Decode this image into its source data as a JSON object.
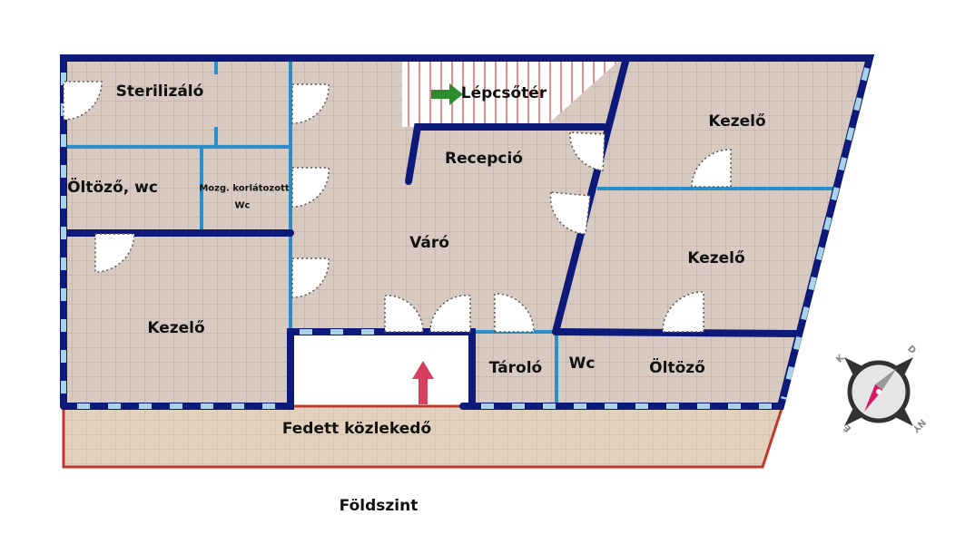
{
  "plan": {
    "caption": "Földszint",
    "rooms": {
      "sterilizalo": "Sterilizáló",
      "lepcsoter": "Lépcsőtér",
      "kezelo_top_right": "Kezelő",
      "recepcio": "Recepció",
      "oltozo_wc": "Öltöző, wc",
      "mozg_korlatozott": "Mozg. korlátozott",
      "mozg_wc": "Wc",
      "varo": "Váró",
      "kezelo_mid_right": "Kezelő",
      "kezelo_left": "Kezelő",
      "tarolo": "Tároló",
      "wc": "Wc",
      "oltozo": "Öltöző",
      "fedett": "Fedett közlekedő"
    },
    "compass": {
      "top_left": "K",
      "top_right": "D",
      "bottom_left": "É",
      "bottom_right": "NY"
    }
  },
  "colors": {
    "wall": "#0d1a7a",
    "partition": "#2a8fc8",
    "floor": "#d9cbbf",
    "walkway": "#e3d3bd",
    "walkway_border": "#c0392b",
    "entry_arrow": "#d6405e",
    "stair_arrow": "#2e8b2e"
  }
}
